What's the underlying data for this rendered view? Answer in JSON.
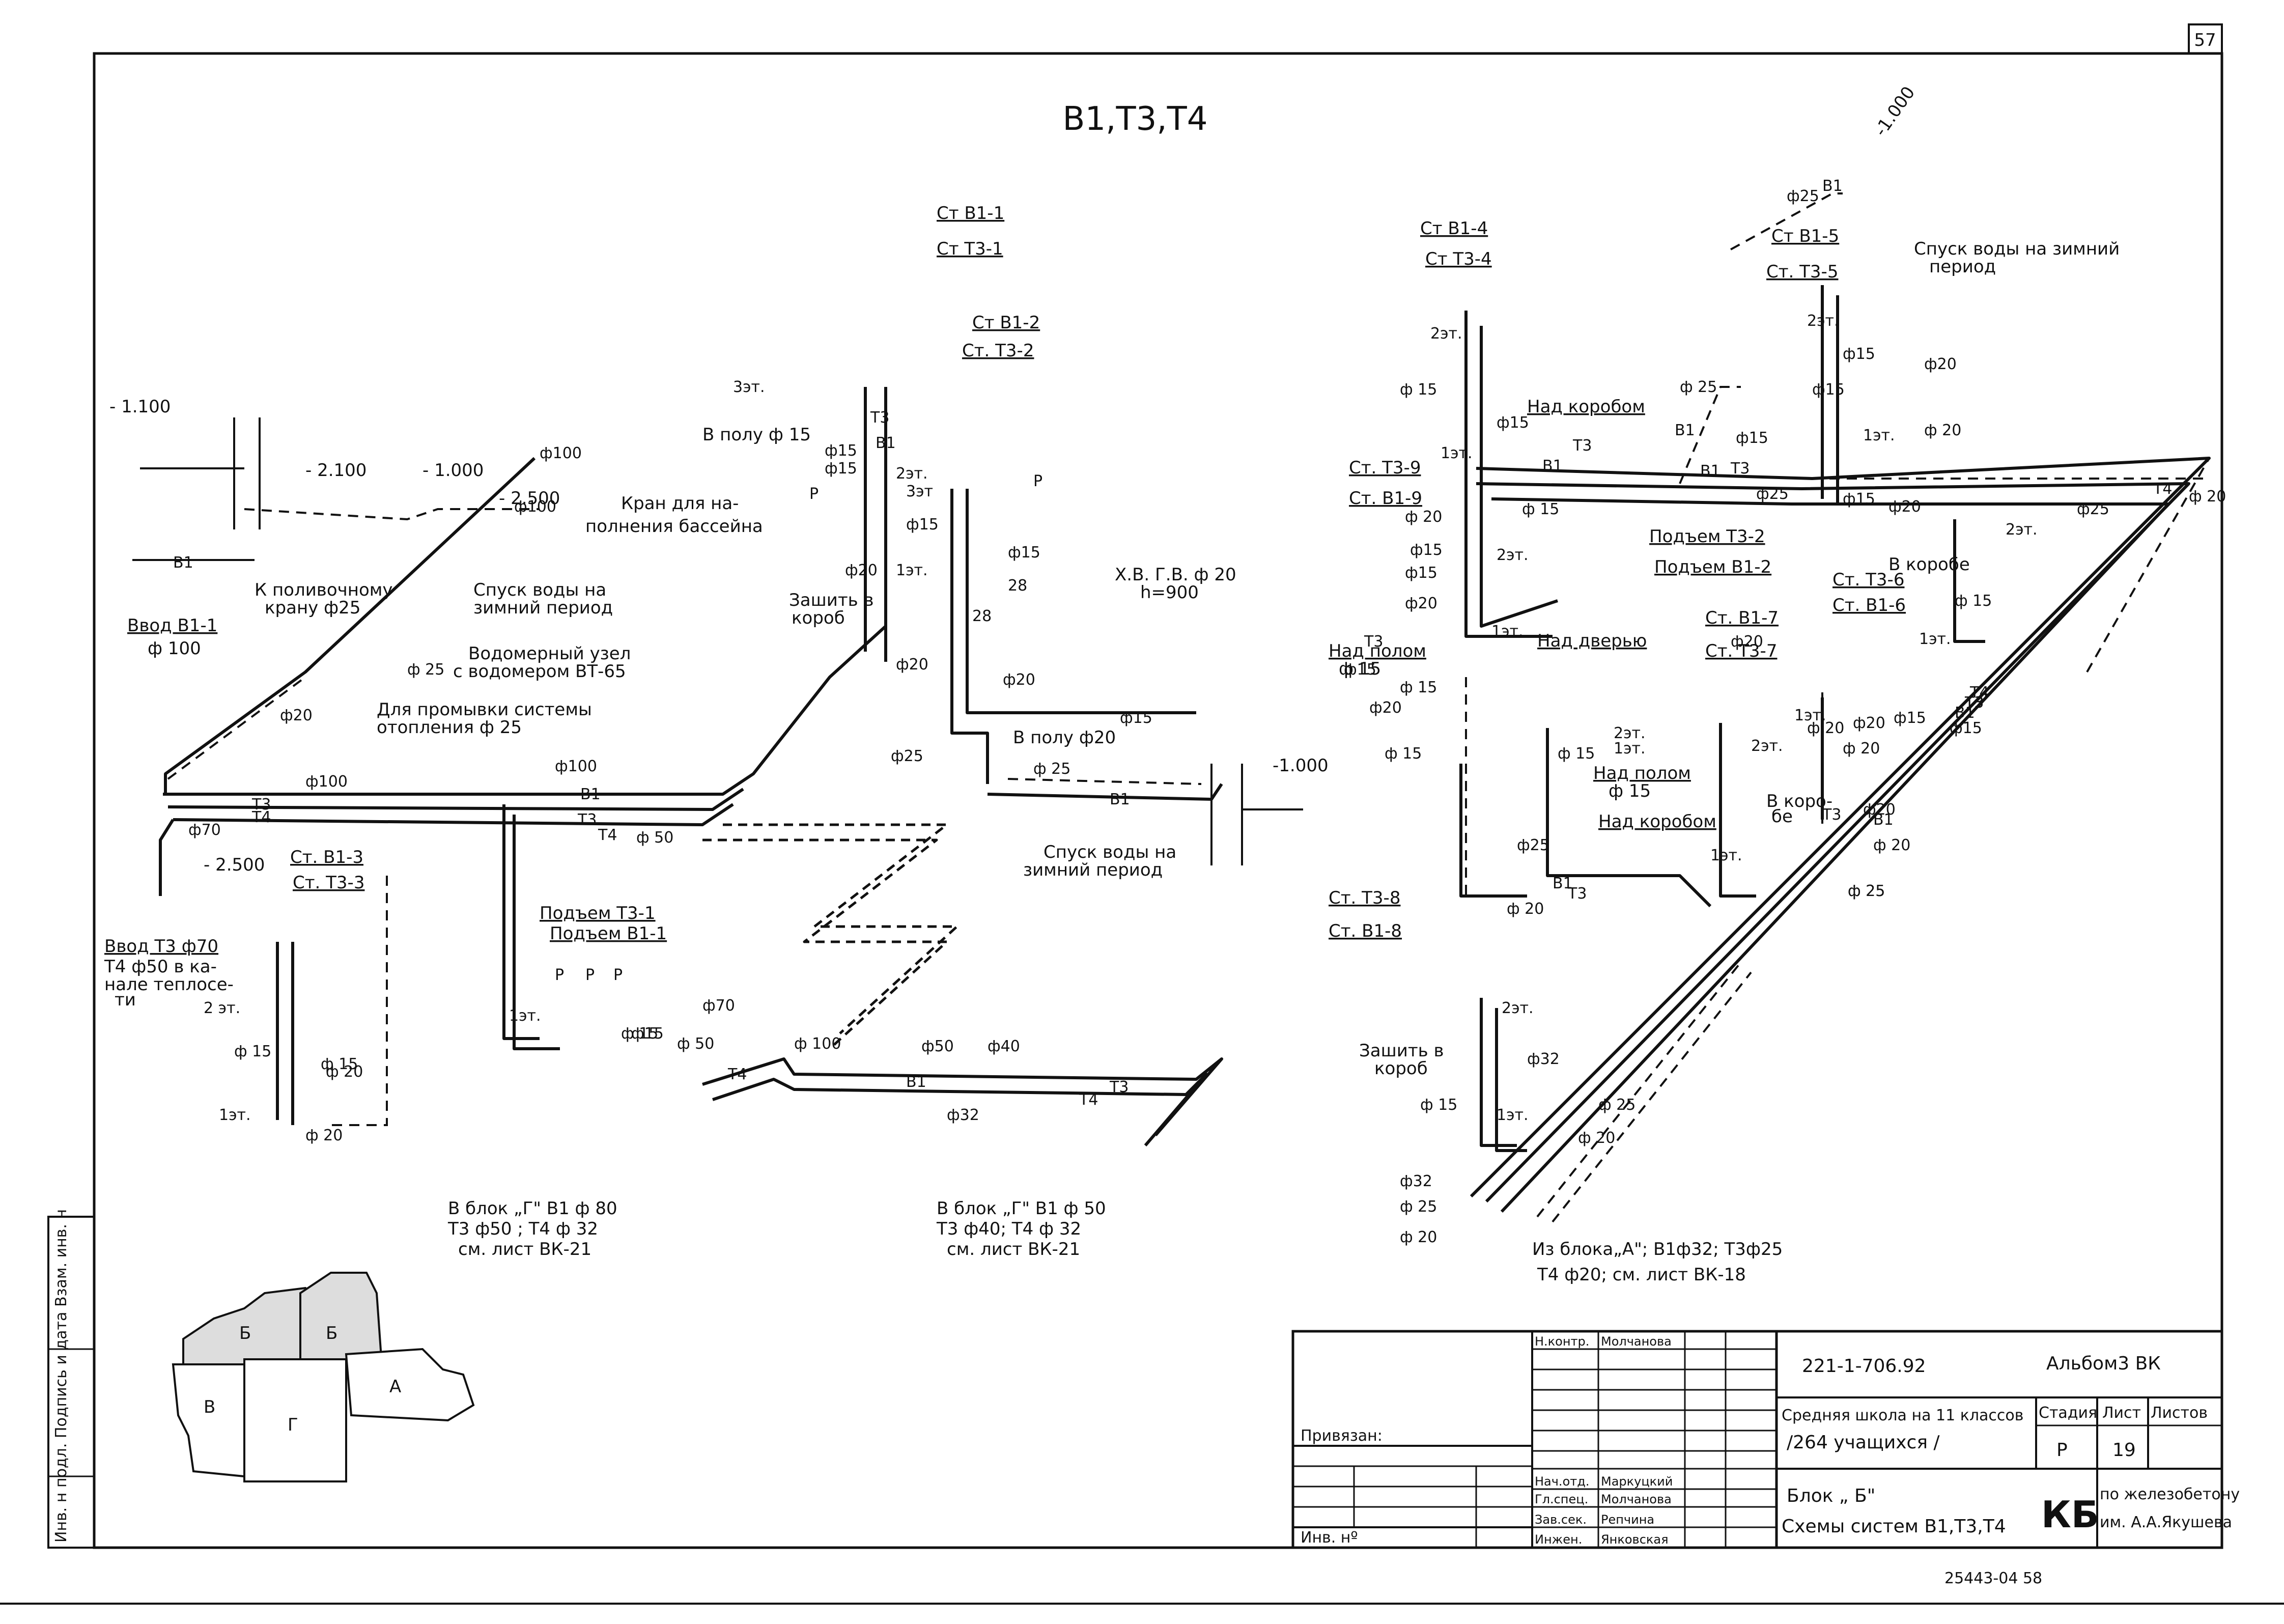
{
  "sheet_number": "57",
  "title": "В1,Т3,Т4",
  "left_side": {
    "elevations": [
      "- 1.100",
      "- 2.100",
      "- 1.000",
      "- 2.500",
      "- 2.500",
      "-1.000"
    ],
    "inputs": [
      "Ввод В1-1",
      "ф 100",
      "Ввод Т3 ф70",
      "Т4 ф50 в ка-",
      "нале теплосе-",
      "ти"
    ],
    "notes": [
      "К поливочному",
      "крану ф25",
      "Спуск воды на",
      "зимний период",
      "Водомерный узел",
      "с водомером ВТ-65",
      "Для промывки системы",
      "отопления ф 25",
      "Кран для на-",
      "полнения бассейна",
      "Зашить в",
      "короб",
      "Х.В. Г.В. ф 20",
      "h=900",
      "Спуск воды на",
      "зимний период",
      "В полу ф 15",
      "В полу ф20"
    ],
    "risers": [
      "Ст В1-1",
      "Ст Т3-1",
      "Ст В1-2",
      "Ст. Т3-2",
      "Ст. В1-3",
      "Ст. Т3-3",
      "Подъем Т3-1",
      "Подъем В1-1"
    ],
    "pipe_codes": [
      "В1",
      "Т3",
      "Т4",
      "Т3",
      "Т4",
      "В1",
      "В1",
      "Т3",
      "Т4",
      "В1",
      "Т3",
      "Т4",
      "В1"
    ],
    "diameters": [
      "ф100",
      "ф100",
      "ф100",
      "ф100",
      "ф 25",
      "ф70",
      "ф 50",
      "ф20",
      "ф25",
      "ф 25",
      "ф15",
      "ф15",
      "ф15",
      "ф15",
      "ф20",
      "ф20",
      "ф20",
      "ф15",
      "ф15",
      "ф 15",
      "ф 20",
      "ф70",
      "ф 50",
      "ф 100",
      "ф50",
      "ф40",
      "ф32",
      "ф 15",
      "ф 15",
      "ф 20"
    ],
    "floors": [
      "3эт.",
      "2эт.",
      "3эт",
      "1эт.",
      "2 эт.",
      "1эт.",
      "1эт."
    ],
    "letters": [
      "Р",
      "Р",
      "Р",
      "Р",
      "Р"
    ],
    "numbers": [
      "28",
      "28"
    ],
    "blocks": [
      {
        "line1": "В блок „Г\" В1 ф 80",
        "line2": "Т3 ф50 ; Т4 ф 32",
        "line3": "см. лист ВК-21"
      },
      {
        "line1": "В блок „Г\" В1 ф 50",
        "line2": "Т3 ф40; Т4 ф 32",
        "line3": "см. лист ВК-21"
      }
    ]
  },
  "right_side": {
    "elevations": [
      "-1.000"
    ],
    "risers": [
      "Ст В1-4",
      "Ст Т3-4",
      "Ст В1-5",
      "Ст. Т3-5",
      "Ст. Т3-9",
      "Ст. В1-9",
      "Подъем Т3-2",
      "Подъем В1-2",
      "Ст. Т3-6",
      "Ст. В1-6",
      "Ст. В1-7",
      "Ст. Т3-7",
      "Ст. Т3-8",
      "Ст. В1-8"
    ],
    "notes": [
      "Спуск воды на зимний",
      "период",
      "Над коробом",
      "Над полом",
      "ф 15",
      "Над дверью",
      "Над полом",
      "ф 15",
      "В коробе",
      "В коро-",
      "бе",
      "Над коробом",
      "Зашить в",
      "короб",
      "Из блока„А\"; В1ф32; Т3ф25",
      "Т4 ф20; см. лист ВК-18"
    ],
    "floors": [
      "2эт.",
      "1эт.",
      "2эт.",
      "1эт.",
      "2эт.",
      "1эт.",
      "2эт.",
      "1эт.",
      "2эт.",
      "1эт.",
      "2эт.",
      "1эт.",
      "1эт.",
      "2эт.",
      "1эт."
    ],
    "pipe_codes": [
      "В1",
      "В1",
      "В1",
      "Т3",
      "Т3",
      "В1",
      "Т3",
      "В1",
      "Т3",
      "В1",
      "Т3",
      "Т4",
      "В1",
      "Т3",
      "Т4"
    ],
    "diameters": [
      "ф25",
      "ф 15",
      "ф15",
      "ф 25",
      "ф15",
      "ф 20",
      "ф25",
      "ф20",
      "ф 15",
      "ф 20",
      "ф25",
      "ф 20",
      "ф15",
      "ф15",
      "ф20",
      "ф15",
      "ф 15",
      "ф 20",
      "ф20",
      "ф15",
      "ф 15",
      "ф 15",
      "ф20",
      "ф 15",
      "ф25",
      "ф 20",
      "ф 20",
      "ф 25",
      "ф32",
      "ф 15",
      "ф 25",
      "ф 20",
      "ф32",
      "ф 25",
      "ф 20",
      "ф15",
      "ф15",
      "ф15",
      "ф20",
      "ф20",
      "ф15",
      "ф 20",
      "ф 25",
      "ф20"
    ]
  },
  "key_plan": {
    "blocks": [
      "Б",
      "Б",
      "В",
      "Г",
      "А"
    ]
  },
  "side_stamp": "Инв. н подл.  Подпись и дата  Взам. инв. н",
  "title_block": {
    "privyazan": "Привязан:",
    "inv": "Инв. нº",
    "project_code": "221-1-706.92",
    "album": "Альбом3 ВК",
    "project_name_1": "Средняя школа на 11 классов",
    "project_name_2": "/264 учащихся /",
    "sheet_title_1": "Блок „ Б\"",
    "sheet_title_2": "Схемы систем В1,Т3,Т4",
    "stage_header": "Стадия",
    "sheet_header": "Лист",
    "sheets_header": "Листов",
    "stage": "Р",
    "sheet": "19",
    "org_mark": "КБ",
    "org_line1": "по железобетону",
    "org_line2": "им. А.А.Якушева",
    "signatures": [
      {
        "role": "Н.контр.",
        "name": "Молчанова"
      },
      {
        "role": "Нач.отд.",
        "name": "Маркуцкий"
      },
      {
        "role": "Гл.спец.",
        "name": "Молчанова"
      },
      {
        "role": "Зав.сек.",
        "name": "Репчина"
      },
      {
        "role": "Инжен.",
        "name": "Янковская"
      }
    ],
    "archive": "25443-04  58"
  }
}
